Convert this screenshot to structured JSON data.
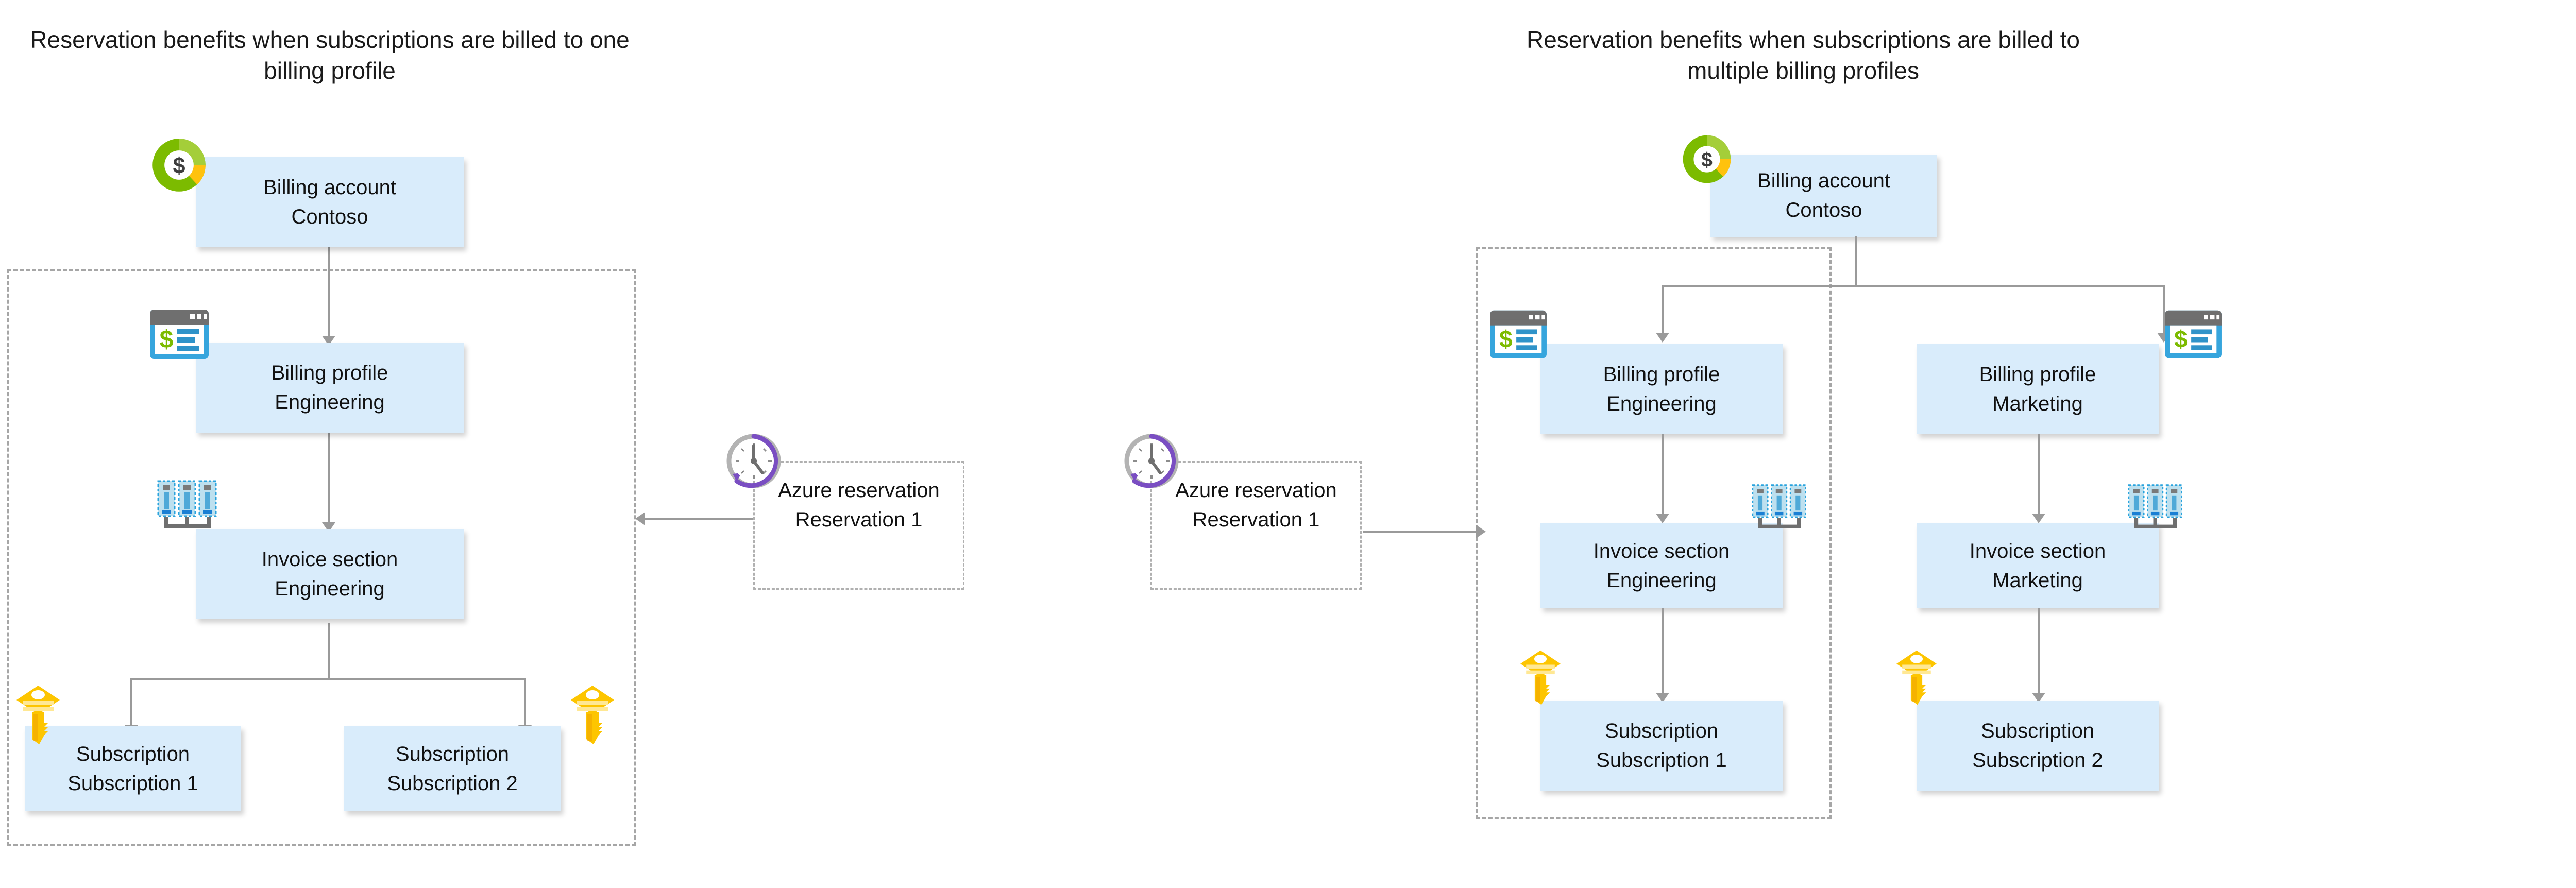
{
  "colors": {
    "node_fill": "#d9ecfb",
    "connector": "#9a9a9a",
    "scope_border": "#a6a6a6",
    "reservation_accent": "#7a4ec2",
    "key_accent": "#fdc500",
    "billing_green": "#7cbb00",
    "billing_yellow": "#ffc20e",
    "profile_blue": "#36a5dd",
    "text": "#111111"
  },
  "panels": [
    {
      "id": "single-profile",
      "title": "Reservation benefits when subscriptions are billed to one\nbilling profile",
      "nodes": {
        "billing_account": {
          "line1": "Billing account",
          "line2": "Contoso",
          "icon": "billing-account-icon"
        },
        "billing_profile": {
          "line1": "Billing profile",
          "line2": "Engineering",
          "icon": "billing-profile-icon"
        },
        "invoice_section": {
          "line1": "Invoice section",
          "line2": "Engineering",
          "icon": "invoice-section-icon"
        },
        "subscription_1": {
          "line1": "Subscription",
          "line2": "Subscription 1",
          "icon": "subscription-key-icon"
        },
        "subscription_2": {
          "line1": "Subscription",
          "line2": "Subscription 2",
          "icon": "subscription-key-icon"
        }
      },
      "reservation": {
        "line1": "Azure reservation",
        "line2": "Reservation 1",
        "icon": "azure-reservation-clock-icon"
      }
    },
    {
      "id": "multiple-profiles",
      "title": "Reservation benefits when subscriptions are billed to\nmultiple billing profiles",
      "nodes": {
        "billing_account": {
          "line1": "Billing account",
          "line2": "Contoso",
          "icon": "billing-account-icon"
        },
        "billing_profile_engineering": {
          "line1": "Billing profile",
          "line2": "Engineering",
          "icon": "billing-profile-icon"
        },
        "billing_profile_marketing": {
          "line1": "Billing profile",
          "line2": "Marketing",
          "icon": "billing-profile-icon"
        },
        "invoice_section_engineering": {
          "line1": "Invoice section",
          "line2": "Engineering",
          "icon": "invoice-section-icon"
        },
        "invoice_section_marketing": {
          "line1": "Invoice section",
          "line2": "Marketing",
          "icon": "invoice-section-icon"
        },
        "subscription_1": {
          "line1": "Subscription",
          "line2": "Subscription 1",
          "icon": "subscription-key-icon"
        },
        "subscription_2": {
          "line1": "Subscription",
          "line2": "Subscription 2",
          "icon": "subscription-key-icon"
        }
      },
      "reservation": {
        "line1": "Azure reservation",
        "line2": "Reservation 1",
        "icon": "azure-reservation-clock-icon"
      }
    }
  ]
}
